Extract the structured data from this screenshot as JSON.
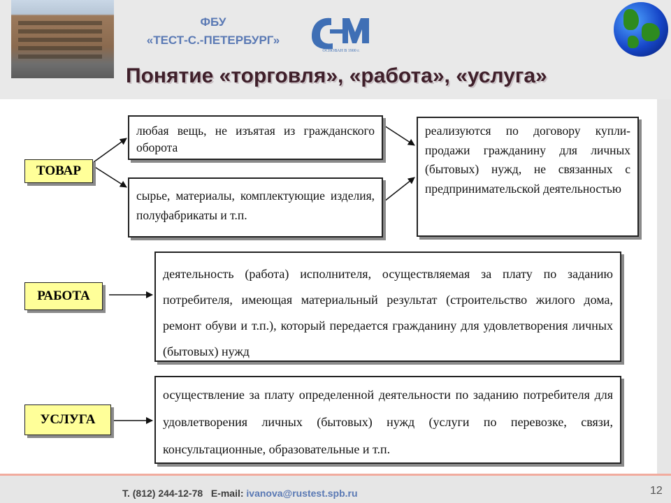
{
  "header": {
    "org_line1": "ФБУ",
    "org_line2": "«ТЕСТ-С.-ПЕТЕРБУРГ»",
    "logo_caption": "ОСНОВАН В 1900 г.",
    "title": "Понятие «торговля», «работа», «услуга»"
  },
  "diagram": {
    "tovar": {
      "label": "ТОВАР",
      "option1": "любая вещь, не изъятая из гражданского оборота",
      "option2": "сырье, материалы, комплектующие изделия, полуфабрикаты и т.п.",
      "result": "реализуются по договору купли-продажи гражданину для личных (бытовых) нужд, не связанных с предпринимательской деятельностью"
    },
    "rabota": {
      "label": "РАБОТА",
      "definition": "деятельность (работа) исполнителя, осуществляемая за плату по заданию потребителя, имеющая материальный результат (строительство жилого дома, ремонт обуви и т.п.), который передается гражданину для удовлетворения личных (бытовых) нужд"
    },
    "usluga": {
      "label": "УСЛУГА",
      "definition": "осуществление за плату определенной деятельности по заданию потребителя для удовлетворения личных (бытовых) нужд (услуги по перевозке, связи, консультационные, образовательные и т.п."
    }
  },
  "footer": {
    "phone_label": "Т. (812) 244-12-78",
    "email_label": "E-mail:",
    "email": "ivanova@rustest.spb.ru",
    "page": "12"
  },
  "colors": {
    "label_fill": "#ffff99",
    "title": "#3f1f2a",
    "org_text": "#5a79b4",
    "footer_line": "#f1ab9e"
  }
}
